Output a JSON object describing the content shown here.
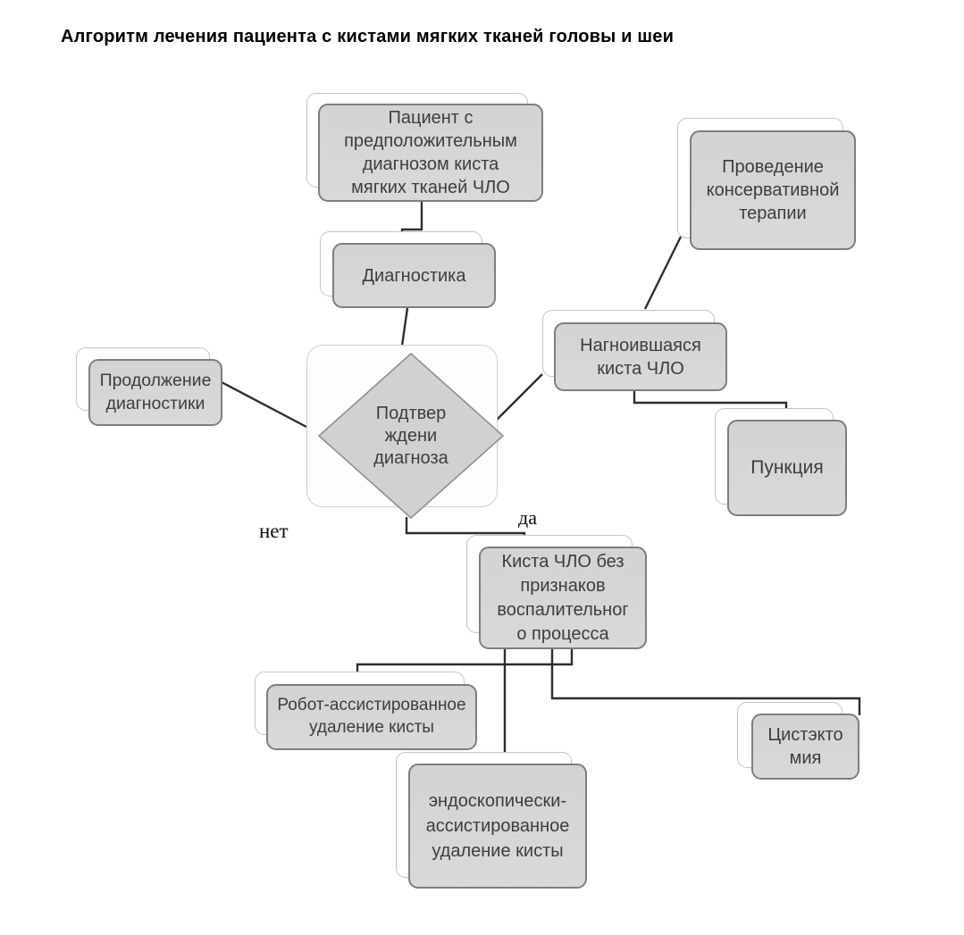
{
  "title": "Алгоритм лечения пациента с кистами мягких тканей головы и шеи",
  "edge_labels": {
    "no": "нет",
    "yes": "да"
  },
  "nodes": {
    "patient": {
      "lines": [
        "Пациент с",
        "предположительным",
        "диагнозом киста",
        "мягких тканей ЧЛО"
      ]
    },
    "diagnostics": {
      "lines": [
        "Диагностика"
      ]
    },
    "decision": {
      "lines": [
        "Подтвер",
        "ждени",
        "диагноза"
      ]
    },
    "continue_diagnostics": {
      "lines": [
        "Продолжение",
        "диагностики"
      ]
    },
    "suppurated_cyst": {
      "lines": [
        "Нагноившаяся",
        "киста ЧЛО"
      ]
    },
    "conservative_therapy": {
      "lines": [
        "Проведение",
        "консервативной",
        "терапии"
      ]
    },
    "puncture": {
      "lines": [
        "Пункция"
      ]
    },
    "cyst_no_inflammation": {
      "lines": [
        "Киста ЧЛО без",
        "признаков",
        "воспалительног",
        "о процесса"
      ]
    },
    "robot_assisted": {
      "lines": [
        "Робот-ассистированное",
        "удаление кисты"
      ]
    },
    "endoscopic_assisted": {
      "lines": [
        "эндоскопически-",
        "ассистированное",
        "удаление кисты"
      ]
    },
    "cystectomy": {
      "lines": [
        "Цистэкто",
        "мия"
      ]
    }
  },
  "colors": {
    "line": "#2e2e2e",
    "box_fill": "#d3d3d3",
    "box_border": "#7e7e7e",
    "shadow_border": "#c4c4c4",
    "text": "#3d3d3d",
    "title": "#000000"
  }
}
